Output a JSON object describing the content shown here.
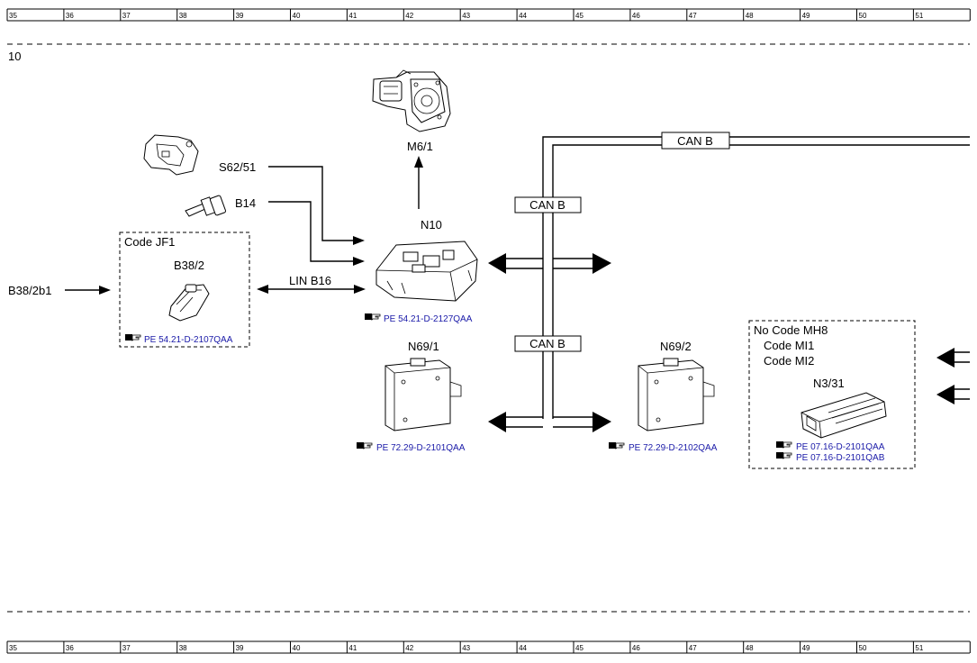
{
  "grid": {
    "columns": [
      "35",
      "36",
      "37",
      "38",
      "39",
      "40",
      "41",
      "42",
      "43",
      "44",
      "45",
      "46",
      "47",
      "48",
      "49",
      "50",
      "51"
    ]
  },
  "sheet": {
    "row_label": "10"
  },
  "components": {
    "m6_1": "M6/1",
    "s62_51": "S62/51",
    "b14": "B14",
    "n10": "N10",
    "code_jf1": "Code JF1",
    "b38_2": "B38/2",
    "b38_2b1": "B38/2b1",
    "lin_b16": "LIN B16",
    "n69_1": "N69/1",
    "n69_2": "N69/2",
    "n3_31": "N3/31"
  },
  "bus_labels": {
    "can_top": "CAN B",
    "can_mid": "CAN B",
    "can_low": "CAN B"
  },
  "code_box": {
    "line1": "No Code MH8",
    "line2": "Code MI1",
    "line3": "Code MI2"
  },
  "refs": {
    "n10": "PE 54.21-D-2127QAA",
    "b38_2": "PE 54.21-D-2107QAA",
    "n69_1": "PE 72.29-D-2101QAA",
    "n69_2": "PE 72.29-D-2102QAA",
    "n3_31_a": "PE 07.16-D-2101QAA",
    "n3_31_b": "PE 07.16-D-2101QAB"
  },
  "icons": {
    "reference": "pointing-hand-icon"
  }
}
